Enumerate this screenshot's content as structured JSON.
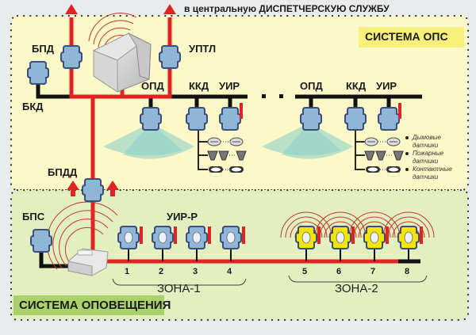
{
  "header": {
    "destination": "в центральную ДИСПЕТЧЕРСКУЮ СЛУЖБУ"
  },
  "ops": {
    "title": "СИСТЕМА ОПС",
    "bg_color": "#fdf8c8",
    "badge_color": "#f7f07a",
    "devices": {
      "bpd": "БПД",
      "uptl": "УПТЛ",
      "bkd": "БКД",
      "opd_1": "ОПД",
      "kkd_1": "ККД",
      "uir_1": "УИР",
      "opd_2": "ОПД",
      "kkd_2": "ККД",
      "uir_2": "УИР",
      "bpdd": "БПДД"
    },
    "legend": [
      {
        "line1": "Дымовые",
        "line2": "датчики"
      },
      {
        "line1": "Пожарные",
        "line2": "датчики"
      },
      {
        "line1": "Контактные",
        "line2": "датчики"
      }
    ]
  },
  "alert": {
    "title": "СИСТЕМА ОПОВЕЩЕНИЯ",
    "bg_color": "#e4efc0",
    "badge_color": "#a9d36a",
    "bps": "БПС",
    "uir_r": "УИР-Р",
    "zones": [
      {
        "label": "ЗОНА-1",
        "units": [
          "1",
          "2",
          "3",
          "4"
        ],
        "active": false
      },
      {
        "label": "ЗОНА-2",
        "units": [
          "5",
          "6",
          "7",
          "8"
        ],
        "active": true
      }
    ]
  },
  "colors": {
    "bus_red": "#e02424",
    "bus_black": "#111111",
    "device_fill": "#8fb6d6",
    "device_stroke": "#3b4f7a",
    "active_speaker": "#f2e600"
  }
}
